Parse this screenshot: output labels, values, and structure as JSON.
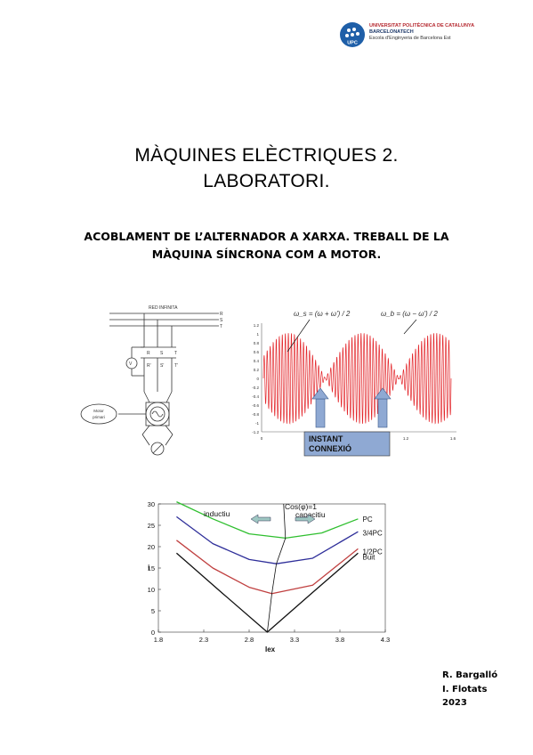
{
  "logo": {
    "badge": "UPC",
    "line1": "UNIVERSITAT POLITÈCNICA DE CATALUNYA",
    "line2": "BARCELONATECH",
    "line3": "Escola d'Enginyeria de Barcelona Est"
  },
  "title": {
    "line1": "MÀQUINES ELÈCTRIQUES 2.",
    "line2": "LABORATORI."
  },
  "subtitle": {
    "line1": "ACOBLAMENT DE L’ALTERNADOR A XARXA. TREBALL DE LA",
    "line2": "MÀQUINA SÍNCRONA COM A MOTOR."
  },
  "circuit": {
    "red_label": "RED INFINITA",
    "phases": [
      "R",
      "S",
      "T"
    ],
    "phases_gen": [
      "R'",
      "S'",
      "T'"
    ],
    "voltmeter": "V",
    "motor_line1": "Motor",
    "motor_line2": "primari"
  },
  "beat": {
    "formula_left": "ω_s = (ω + ω') / 2",
    "formula_right": "ω_b = (ω − ω') / 2",
    "yticks": [
      "1.2",
      "1",
      "0.8",
      "0.6",
      "0.4",
      "0.2",
      "0",
      "-0.2",
      "-0.4",
      "-0.6",
      "-0.8",
      "-1",
      "-1.2"
    ],
    "xticks": [
      "0",
      "1.2",
      "1.6"
    ],
    "instant_line1": "INSTANT",
    "instant_line2": "CONNEXIÓ",
    "wave_color": "#e3262b",
    "arrow_color": "#8fa9d3"
  },
  "chart_data": {
    "type": "line",
    "xlabel": "Iex",
    "ylabel": "I",
    "xlim": [
      1.8,
      4.3
    ],
    "ylim": [
      0,
      30
    ],
    "xticks": [
      "1.8",
      "2.3",
      "2.8",
      "3.3",
      "3.8",
      "4.3"
    ],
    "yticks": [
      "0",
      "5",
      "10",
      "15",
      "20",
      "25",
      "30"
    ],
    "annotations": {
      "cos": "Cos(φ)=1",
      "inductive": "inductiu",
      "capacitive": "capacitiu"
    },
    "series": [
      {
        "name": "PC",
        "color": "#2fbf2f",
        "min_x": 3.2,
        "min_y": 22,
        "x": [
          2.0,
          2.4,
          2.8,
          3.2,
          3.6,
          4.0
        ],
        "y": [
          31,
          26.5,
          23,
          22,
          23.2,
          26.5
        ]
      },
      {
        "name": "3/4PC",
        "color": "#2f2f9a",
        "min_x": 3.1,
        "min_y": 16,
        "x": [
          2.0,
          2.4,
          2.8,
          3.1,
          3.5,
          4.0
        ],
        "y": [
          27,
          20.7,
          17,
          16,
          17.3,
          23.5
        ]
      },
      {
        "name": "1/2PC",
        "color": "#c04040",
        "min_x": 3.05,
        "min_y": 9,
        "x": [
          2.0,
          2.4,
          2.8,
          3.05,
          3.5,
          4.0
        ],
        "y": [
          21.5,
          15,
          10.5,
          9,
          11,
          19.5
        ]
      },
      {
        "name": "Buit",
        "color": "#111111",
        "min_x": 3.0,
        "min_y": 0,
        "x": [
          2.0,
          2.5,
          3.0,
          3.5,
          4.0
        ],
        "y": [
          18.5,
          9.2,
          0,
          9.3,
          18.5
        ]
      }
    ]
  },
  "authors": {
    "line1": "R. Bargalló",
    "line2": "I. Flotats",
    "line3": "2023"
  }
}
